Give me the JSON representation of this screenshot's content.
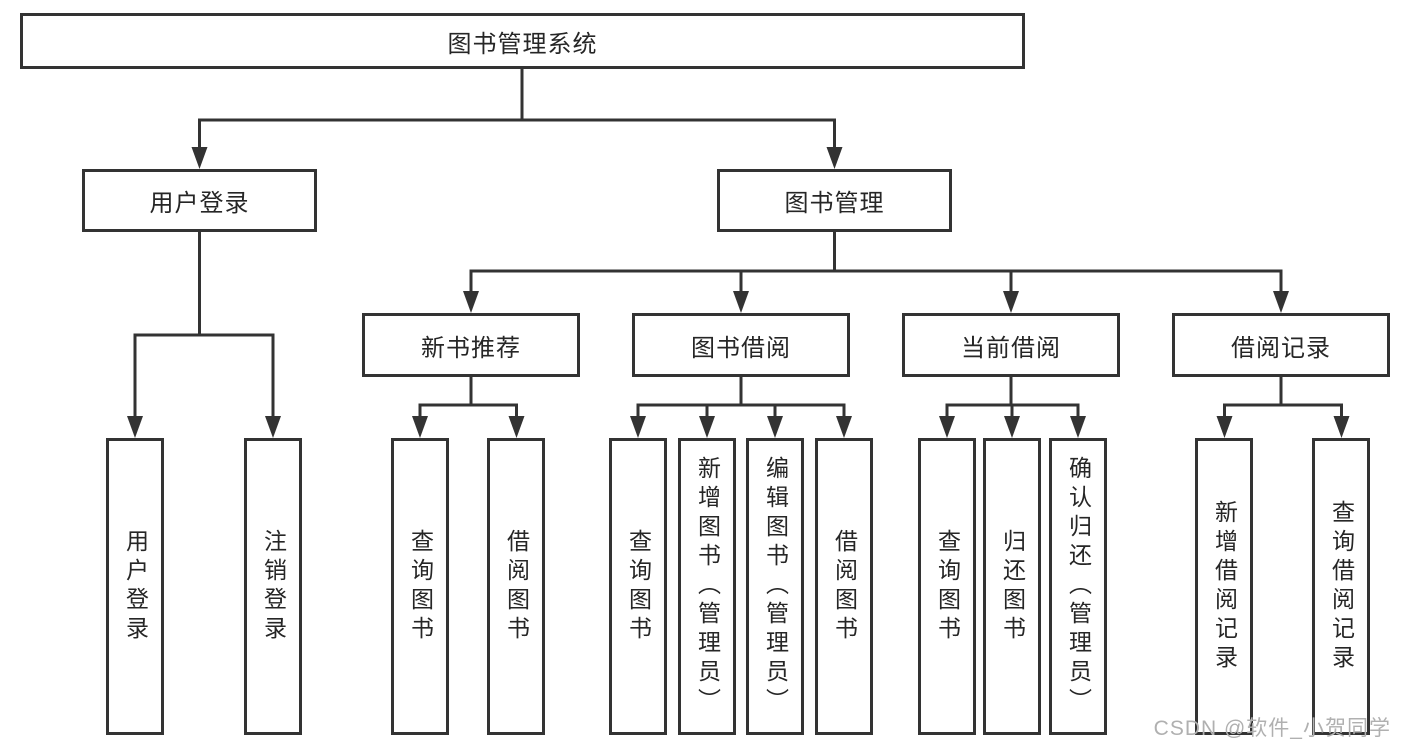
{
  "diagram_title": "图书管理系统",
  "nodes": {
    "root": "图书管理系统",
    "level2": [
      "用户登录",
      "图书管理"
    ],
    "level3": [
      "新书推荐",
      "图书借阅",
      "当前借阅",
      "借阅记录"
    ],
    "leaves": {
      "user_login": [
        "用户登录",
        "注销登录"
      ],
      "new_book_recommend": [
        "查询图书",
        "借阅图书"
      ],
      "book_borrow": [
        "查询图书",
        "新增图书（管理员）",
        "编辑图书（管理员）",
        "借阅图书"
      ],
      "current_borrow": [
        "查询图书",
        "归还图书",
        "确认归还（管理员）"
      ],
      "borrow_records": [
        "新增借阅记录",
        "查询借阅记录"
      ]
    }
  },
  "watermark": {
    "text": "CSDN @软件_小贺同学"
  },
  "colors": {
    "line": "#333333",
    "text": "#262626",
    "box_fill": "#ffffff",
    "background": "#ffffff",
    "watermark": "#b0b0b0"
  }
}
